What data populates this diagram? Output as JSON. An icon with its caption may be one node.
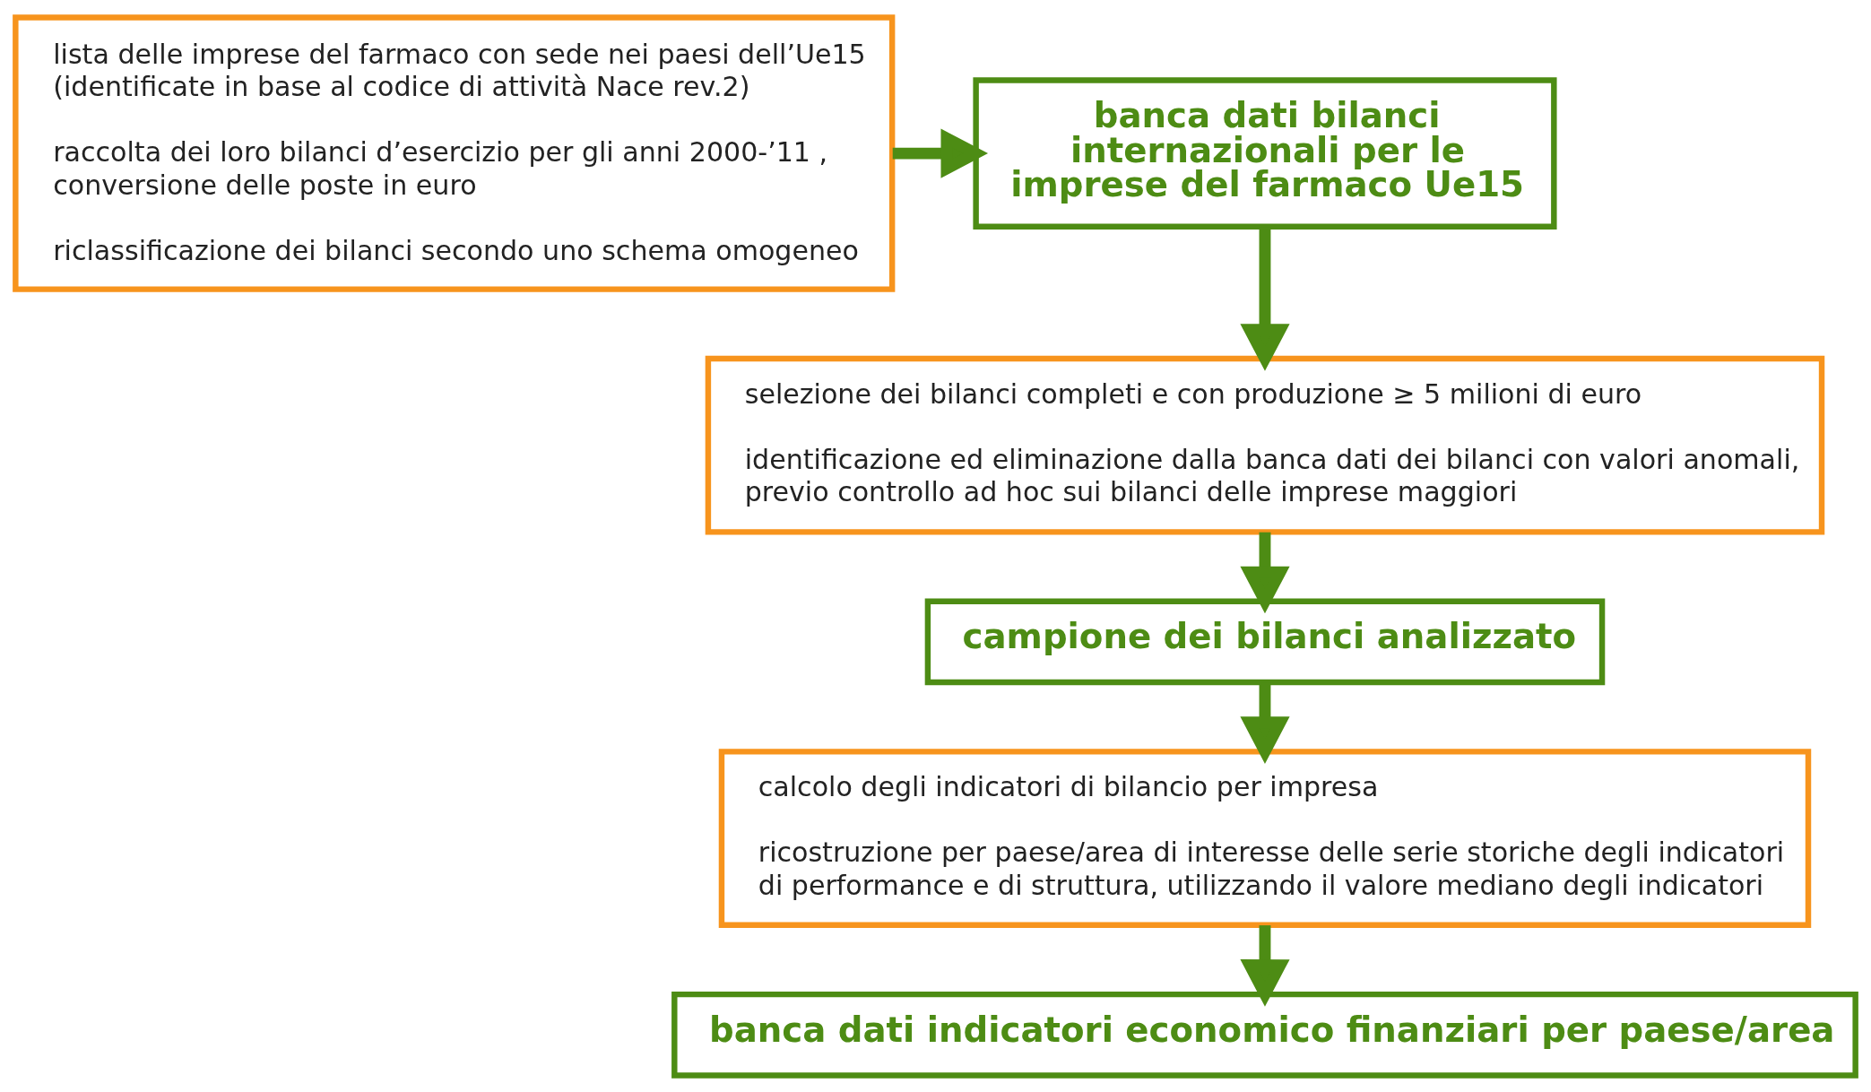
{
  "diagram": {
    "nodes": [
      {
        "text": [
          "lista delle imprese del farmaco con sede nei paesi dell’Ue15 (identificate in base al codice di attività Nace rev.2)",
          "raccolta dei loro bilanci d’esercizio per gli anni 2000-’11 , conversione delle poste in euro",
          "riclassificazione dei bilanci secondo uno schema omogeneo"
        ]
      },
      {
        "text": [
          "banca dati bilanci internazionali per le imprese del farmaco Ue15"
        ]
      },
      {
        "text": [
          "selezione dei bilanci completi e con produzione ≥ 5 milioni di euro",
          "identificazione ed eliminazione dalla banca dati dei bilanci con valori anomali, previo controllo ad hoc sui bilanci delle imprese maggiori"
        ]
      },
      {
        "text": [
          "campione dei bilanci analizzato"
        ]
      },
      {
        "text": [
          "calcolo degli indicatori di bilancio per impresa",
          "ricostruzione per paese/area di interesse delle serie storiche degli indicatori di performance e di struttura, utilizzando il valore mediano degli indicatori"
        ]
      },
      {
        "text": [
          "banca dati indicatori economico finanziari per paese/area"
        ]
      }
    ],
    "edges": [
      {
        "from": 0,
        "to": 1,
        "arrow": "to"
      },
      {
        "from": 1,
        "to": 2,
        "arrow": "to"
      },
      {
        "from": 2,
        "to": 3,
        "arrow": "to"
      },
      {
        "from": 3,
        "to": 4,
        "arrow": "to"
      },
      {
        "from": 4,
        "to": 5,
        "arrow": "to"
      }
    ]
  }
}
